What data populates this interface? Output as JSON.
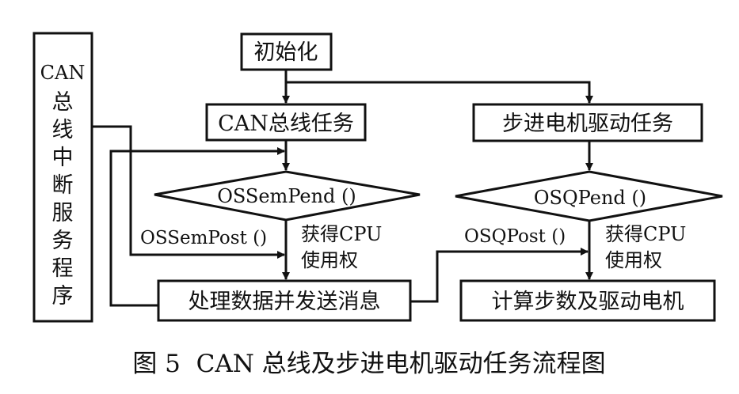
{
  "diagram": {
    "interrupt_box": {
      "lines": [
        "CAN",
        "总",
        "线",
        "中",
        "断",
        "服",
        "务",
        "程",
        "序"
      ]
    },
    "nodes": {
      "init": "初始化",
      "can_task": "CAN总线任务",
      "stepper_task": "步进电机驱动任务",
      "sem_pend": "OSSemPend ()",
      "q_pend": "OSQPend ()",
      "process": "处理数据并发送消息",
      "compute": "计算步数及驱动电机"
    },
    "edge_labels": {
      "sem_post": "OSSemPost ()",
      "q_post": "OSQPost ()",
      "get_cpu_left_1": "获得CPU",
      "get_cpu_left_2": "使用权",
      "get_cpu_right_1": "获得CPU",
      "get_cpu_right_2": "使用权"
    },
    "caption": "图 5  CAN 总线及步进电机驱动任务流程图"
  }
}
